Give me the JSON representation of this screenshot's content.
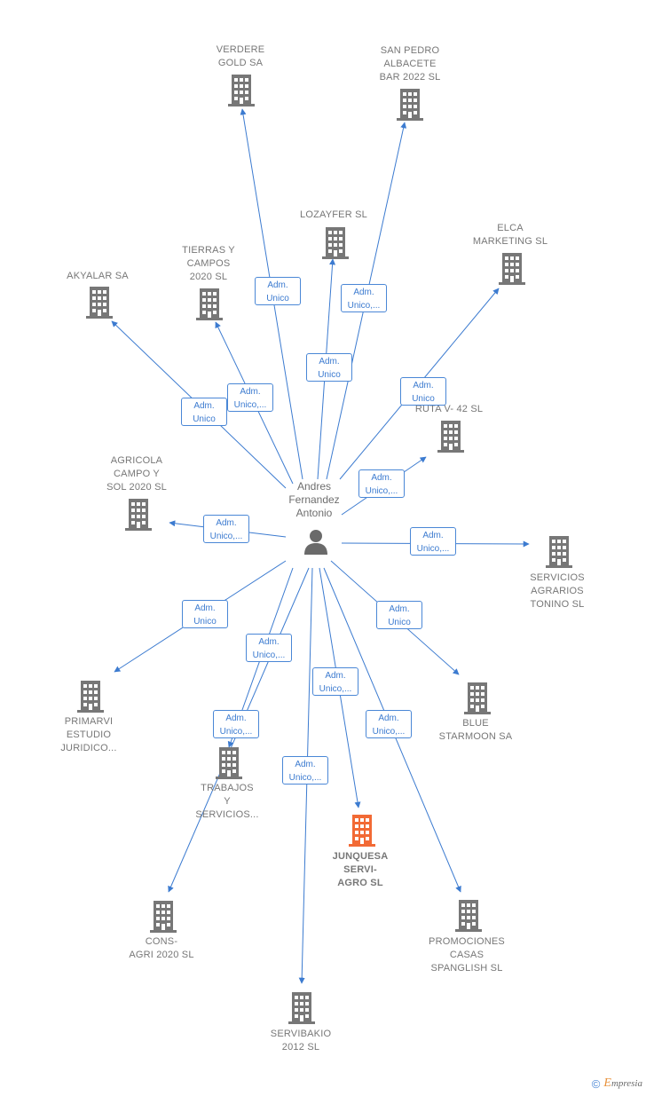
{
  "center": {
    "label": "Andres\nFernandez\nAntonio"
  },
  "edge_label_unico": "Adm.\nUnico",
  "edge_label_unico_trunc": "Adm.\nUnico,...",
  "nodes": [
    {
      "id": "verdere",
      "label": "VERDERE\nGOLD SA"
    },
    {
      "id": "sanpedro",
      "label": "SAN PEDRO\nALBACETE\nBAR 2022  SL"
    },
    {
      "id": "lozayfer",
      "label": "LOZAYFER SL"
    },
    {
      "id": "elca",
      "label": "ELCA\nMARKETING SL"
    },
    {
      "id": "tierras",
      "label": "TIERRAS Y\nCAMPOS\n2020  SL"
    },
    {
      "id": "akyalar",
      "label": "AKYALAR SA"
    },
    {
      "id": "ruta",
      "label": "RUTA V- 42  SL"
    },
    {
      "id": "agricola",
      "label": "AGRICOLA\nCAMPO Y\nSOL 2020  SL"
    },
    {
      "id": "servicios",
      "label": "SERVICIOS\nAGRARIOS\nTONINO  SL"
    },
    {
      "id": "primarvi",
      "label": "PRIMARVI\nESTUDIO\nJURIDICO..."
    },
    {
      "id": "blue",
      "label": "BLUE\nSTARMOON SA"
    },
    {
      "id": "trabajos",
      "label": "TRABAJOS\nY\nSERVICIOS..."
    },
    {
      "id": "junquesa",
      "label": "JUNQUESA\nSERVI-\nAGRO  SL",
      "highlight": true
    },
    {
      "id": "cons",
      "label": "CONS-\nAGRI 2020  SL"
    },
    {
      "id": "promociones",
      "label": "PROMOCIONES\nCASAS\nSPANGLISH SL"
    },
    {
      "id": "servibakio",
      "label": "SERVIBAKIO\n2012 SL"
    }
  ],
  "colors": {
    "edge": "#3c7bd0",
    "building": "#777777",
    "highlight": "#f26a35",
    "person": "#6a6a6a"
  },
  "footer": {
    "copyright": "©",
    "brand_initial": "E",
    "brand_rest": "mpresia"
  }
}
